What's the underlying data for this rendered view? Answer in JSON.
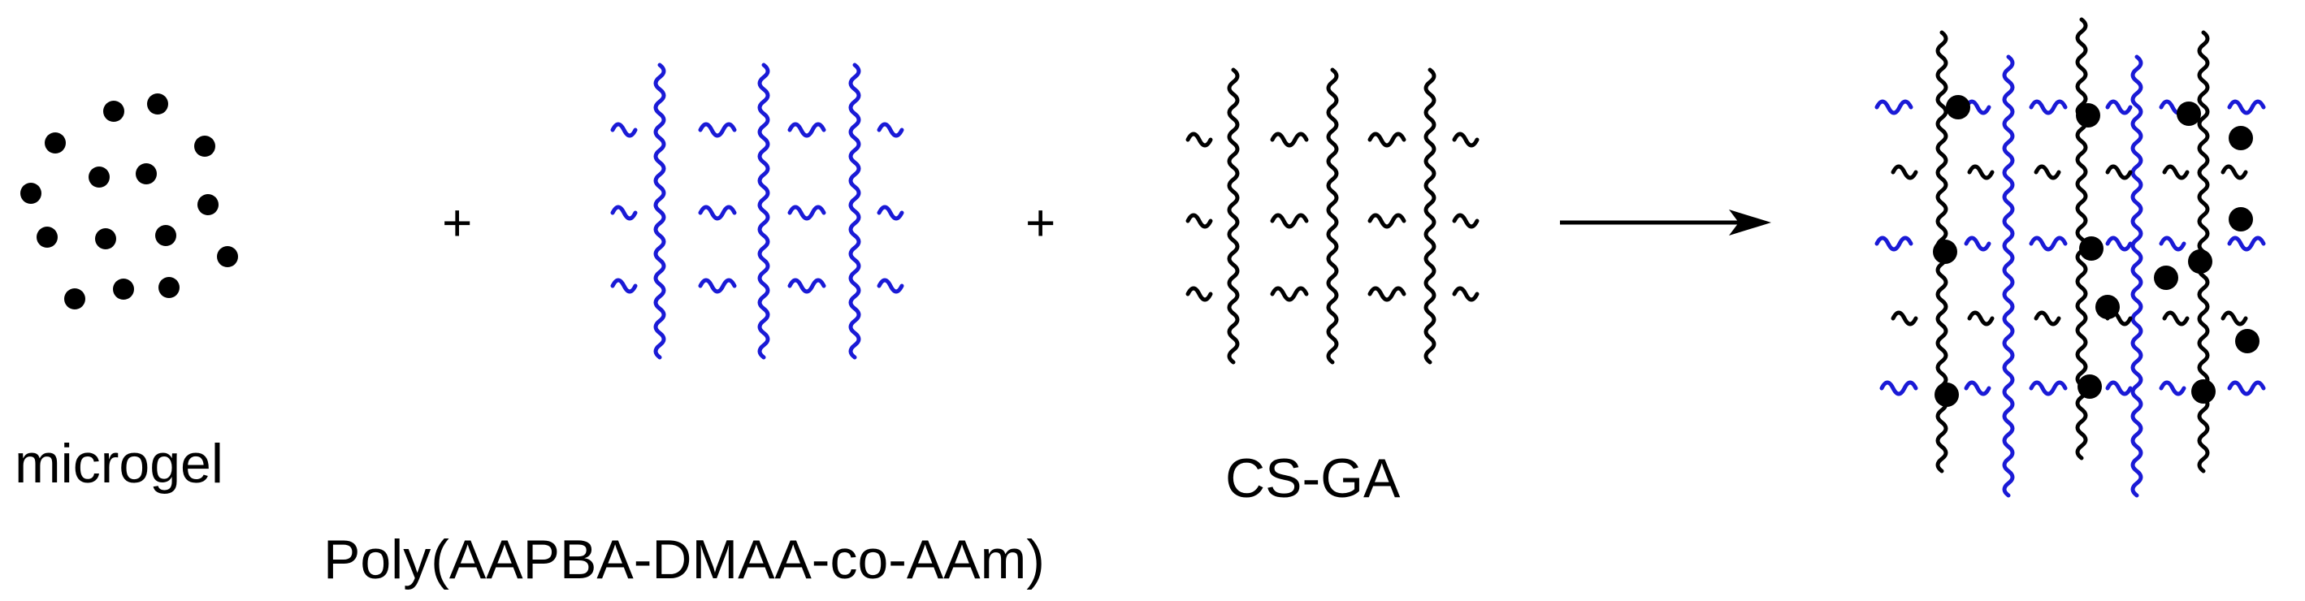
{
  "labels": {
    "microgel": "microgel",
    "plus_1": "+",
    "polymer": "Poly(AAPBA-DMAA-co-AAm)",
    "plus_2": "+",
    "csga": "CS-GA"
  },
  "colors": {
    "ink": "#000000",
    "blue_chain": "#1a1ad6",
    "background": "#ffffff"
  }
}
